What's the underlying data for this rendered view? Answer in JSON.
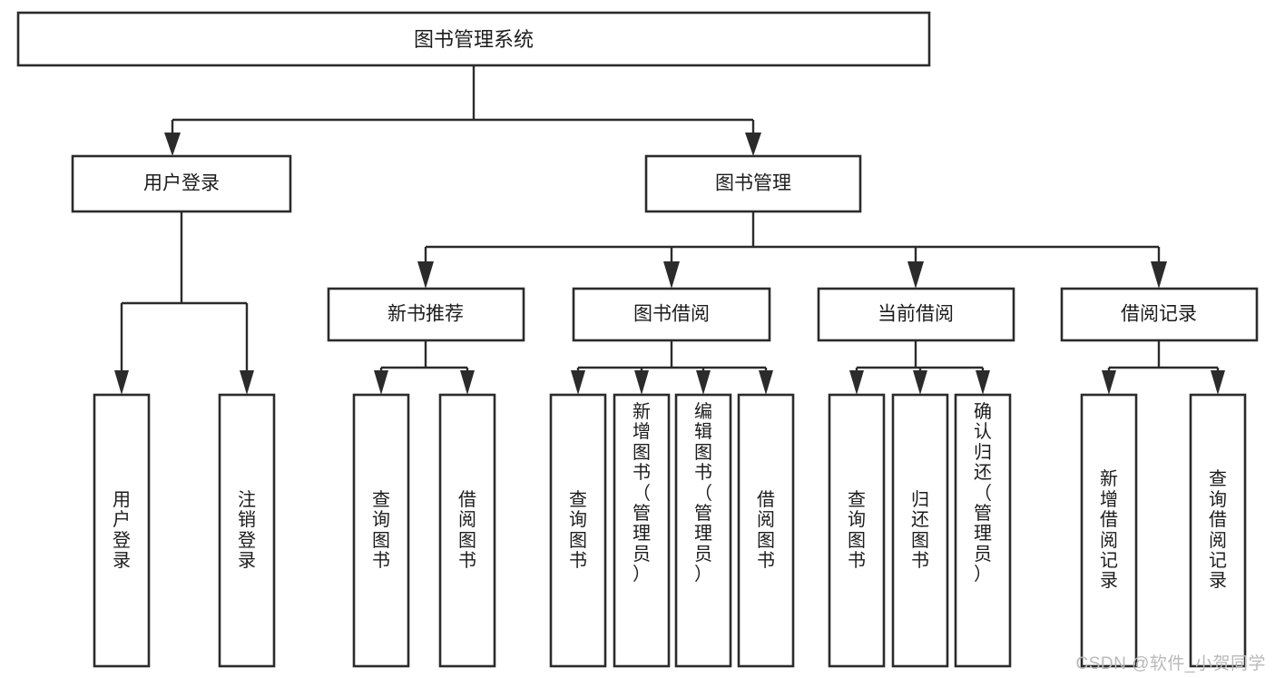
{
  "diagram": {
    "type": "tree-hierarchy",
    "title": "图书管理系统",
    "root": {
      "id": "root",
      "label": "图书管理系统"
    },
    "level1": [
      {
        "id": "user-login",
        "label": "用户登录"
      },
      {
        "id": "book-manage",
        "label": "图书管理"
      }
    ],
    "level2": [
      {
        "id": "new-book-recommend",
        "label": "新书推荐",
        "parent": "book-manage"
      },
      {
        "id": "book-borrow",
        "label": "图书借阅",
        "parent": "book-manage"
      },
      {
        "id": "current-borrow",
        "label": "当前借阅",
        "parent": "book-manage"
      },
      {
        "id": "borrow-record",
        "label": "借阅记录",
        "parent": "book-manage"
      }
    ],
    "leaves": [
      {
        "id": "leaf-user-login",
        "parent": "user-login",
        "label": "用户登录",
        "chars": [
          "用",
          "户",
          "登",
          "录"
        ]
      },
      {
        "id": "leaf-user-logout",
        "parent": "user-login",
        "label": "注销登录",
        "chars": [
          "注",
          "销",
          "登",
          "录"
        ]
      },
      {
        "id": "leaf-query-book-rec",
        "parent": "new-book-recommend",
        "label": "查询图书",
        "chars": [
          "查",
          "询",
          "图",
          "书"
        ]
      },
      {
        "id": "leaf-borrow-book-rec",
        "parent": "new-book-recommend",
        "label": "借阅图书",
        "chars": [
          "借",
          "阅",
          "图",
          "书"
        ]
      },
      {
        "id": "leaf-query-book-borrow",
        "parent": "book-borrow",
        "label": "查询图书",
        "chars": [
          "查",
          "询",
          "图",
          "书"
        ]
      },
      {
        "id": "leaf-add-book-admin",
        "parent": "book-borrow",
        "label": "新增图书（管理员）",
        "chars": [
          "新",
          "增",
          "图",
          "书",
          "（",
          "管",
          "理",
          "员",
          "）"
        ]
      },
      {
        "id": "leaf-edit-book-admin",
        "parent": "book-borrow",
        "label": "编辑图书（管理员）",
        "chars": [
          "编",
          "辑",
          "图",
          "书",
          "（",
          "管",
          "理",
          "员",
          "）"
        ]
      },
      {
        "id": "leaf-borrow-book",
        "parent": "book-borrow",
        "label": "借阅图书",
        "chars": [
          "借",
          "阅",
          "图",
          "书"
        ]
      },
      {
        "id": "leaf-query-book-cur",
        "parent": "current-borrow",
        "label": "查询图书",
        "chars": [
          "查",
          "询",
          "图",
          "书"
        ]
      },
      {
        "id": "leaf-return-book",
        "parent": "current-borrow",
        "label": "归还图书",
        "chars": [
          "归",
          "还",
          "图",
          "书"
        ]
      },
      {
        "id": "leaf-confirm-return-admin",
        "parent": "current-borrow",
        "label": "确认归还（管理员）",
        "chars": [
          "确",
          "认",
          "归",
          "还",
          "（",
          "管",
          "理",
          "员",
          "）"
        ]
      },
      {
        "id": "leaf-add-borrow-record",
        "parent": "borrow-record",
        "label": "新增借阅记录",
        "chars": [
          "新",
          "增",
          "借",
          "阅",
          "记",
          "录"
        ]
      },
      {
        "id": "leaf-query-borrow-record",
        "parent": "borrow-record",
        "label": "查询借阅记录",
        "chars": [
          "查",
          "询",
          "借",
          "阅",
          "记",
          "录"
        ]
      }
    ]
  },
  "watermark": {
    "text": "CSDN @软件_小贺同学"
  },
  "colors": {
    "stroke": "#2b2b2b",
    "box_fill": "#ffffff",
    "text": "#1c1c1c",
    "background": "#ffffff",
    "watermark": "#b9b9b9"
  }
}
